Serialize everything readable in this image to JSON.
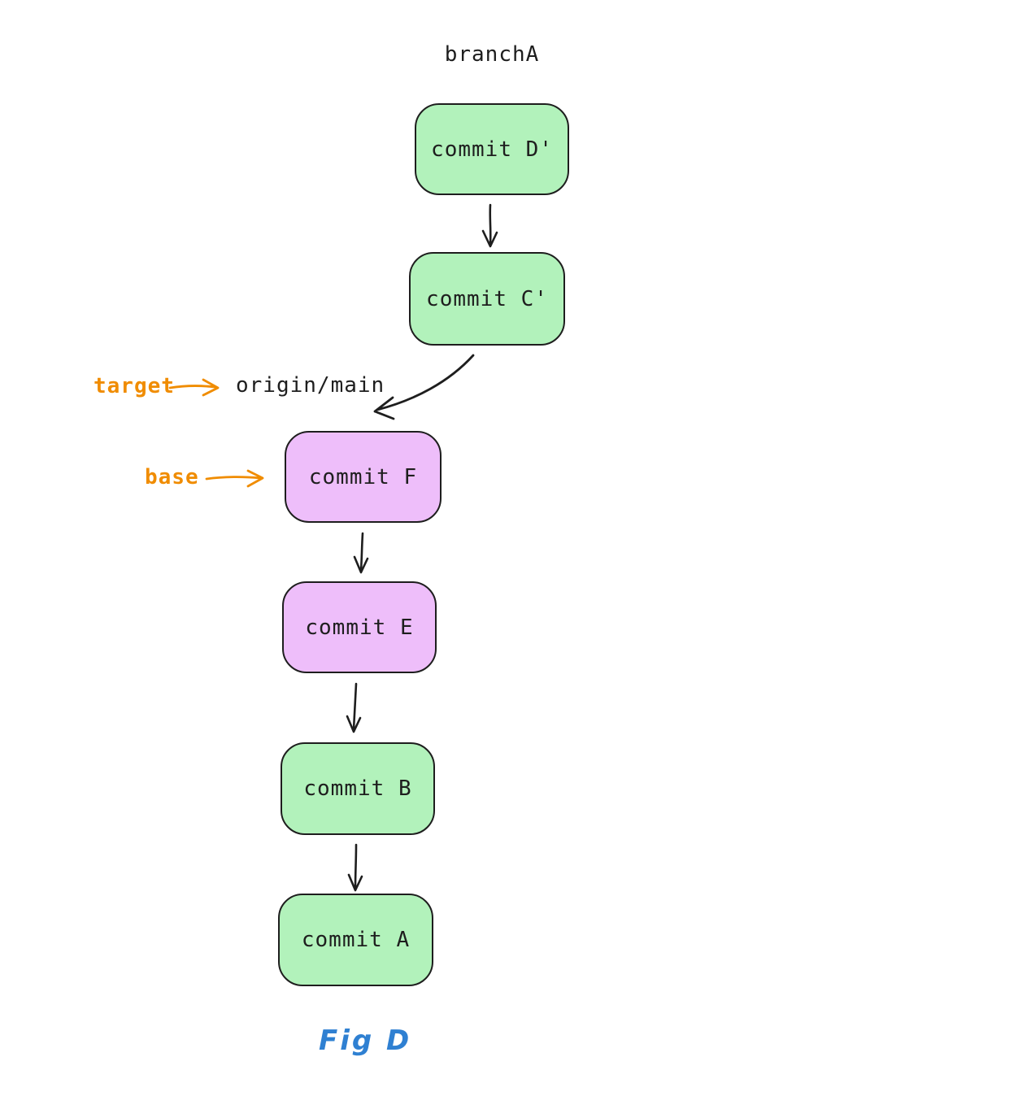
{
  "diagram": {
    "branch_label": "branchA",
    "nodes": [
      {
        "id": "commit-d-prime",
        "label": "commit D'",
        "fill": "#b2f2bb"
      },
      {
        "id": "commit-c-prime",
        "label": "commit C'",
        "fill": "#b2f2bb"
      },
      {
        "id": "commit-f",
        "label": "commit F",
        "fill": "#eebefa"
      },
      {
        "id": "commit-e",
        "label": "commit E",
        "fill": "#eebefa"
      },
      {
        "id": "commit-b",
        "label": "commit B",
        "fill": "#b2f2bb"
      },
      {
        "id": "commit-a",
        "label": "commit A",
        "fill": "#b2f2bb"
      }
    ],
    "edges": [
      {
        "from": "commit-d-prime",
        "to": "commit-c-prime"
      },
      {
        "from": "commit-c-prime",
        "to": "commit-f"
      },
      {
        "from": "commit-f",
        "to": "commit-e"
      },
      {
        "from": "commit-e",
        "to": "commit-b"
      },
      {
        "from": "commit-b",
        "to": "commit-a"
      }
    ],
    "labels": {
      "target": "target",
      "base": "base",
      "origin_main": "origin/main"
    },
    "annotations": [
      {
        "label": "target",
        "points_to": "origin/main"
      },
      {
        "label": "base",
        "points_to": "commit-f"
      }
    ],
    "caption": "Fig D",
    "colors": {
      "green_fill": "#b2f2bb",
      "violet_fill": "#eebefa",
      "stroke": "#1e1e1e",
      "annotation_orange": "#f08c00",
      "caption_blue": "#2f80d2",
      "background": "#ffffff"
    }
  }
}
